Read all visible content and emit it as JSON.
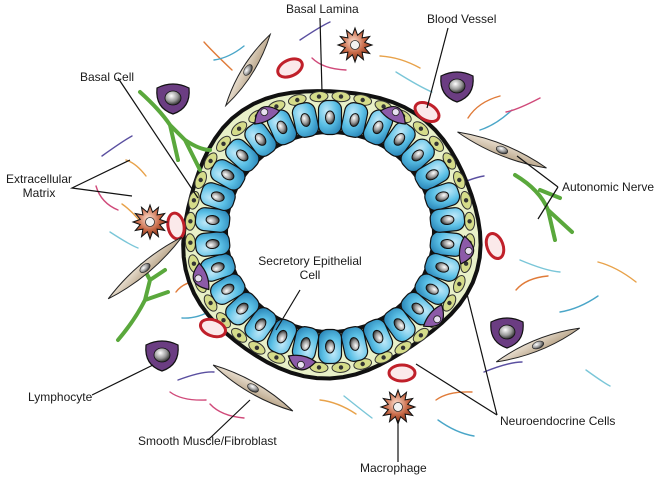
{
  "labels": {
    "basal_lamina": "Basal Lamina",
    "blood_vessel": "Blood Vessel",
    "basal_cell": "Basal Cell",
    "extracellular_matrix_line1": "Extracellular",
    "extracellular_matrix_line2": "Matrix",
    "autonomic_nerve": "Autonomic Nerve",
    "secretory_line1": "Secretory Epithelial",
    "secretory_line2": "Cell",
    "lymphocyte": "Lymphocyte",
    "smooth_muscle": "Smooth Muscle/Fibroblast",
    "neuroendocrine": "Neuroendocrine Cells",
    "macrophage": "Macrophage"
  },
  "colors": {
    "secretory_cell": "#5bc0e6",
    "secretory_cell_dark": "#2f8fc0",
    "basal_cell": "#d5dc8a",
    "neuroendocrine": "#8c5aa8",
    "nerve": "#5aa83c",
    "blood_vessel": "#c0202a",
    "macrophage": "#b0482a",
    "fibroblast": "#c9b69a",
    "lymphocyte": "#6b3d82",
    "nucleus": "#9a9a9a",
    "outline": "#111111"
  }
}
